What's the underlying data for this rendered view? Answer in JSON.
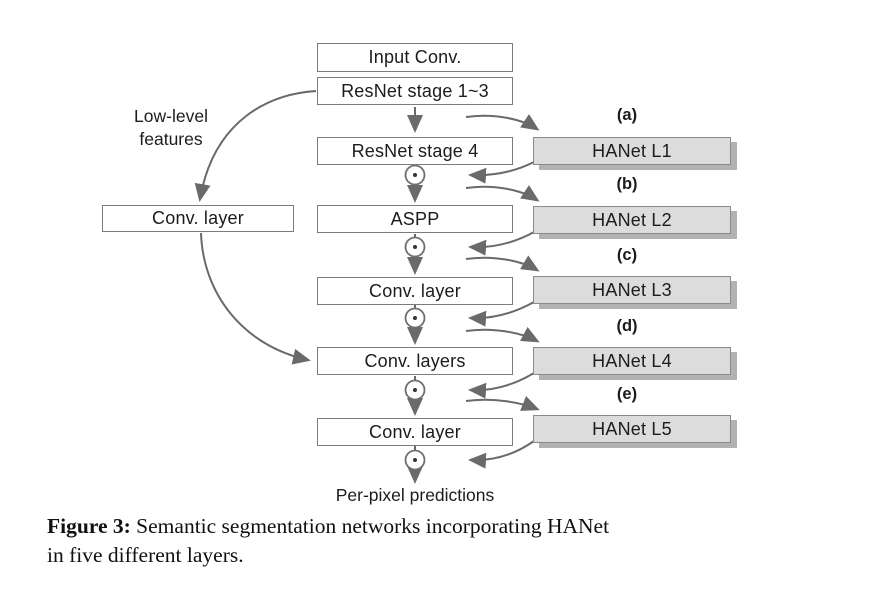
{
  "diagram": {
    "nodes": {
      "input_conv": "Input Conv.",
      "resnet_stage_1_3": "ResNet stage 1~3",
      "resnet_stage_4": "ResNet stage 4",
      "aspp": "ASPP",
      "conv_layer_1": "Conv. layer",
      "conv_layers": "Conv. layers",
      "conv_layer_2": "Conv. layer",
      "left_conv_layer": "Conv. layer",
      "low_level_features_line1": "Low-level",
      "low_level_features_line2": "features",
      "per_pixel_predictions": "Per-pixel predictions"
    },
    "hanet": {
      "l1": {
        "tag": "(a)",
        "label": "HANet L1"
      },
      "l2": {
        "tag": "(b)",
        "label": "HANet L2"
      },
      "l3": {
        "tag": "(c)",
        "label": "HANet L3"
      },
      "l4": {
        "tag": "(d)",
        "label": "HANet L4"
      },
      "l5": {
        "tag": "(e)",
        "label": "HANet L5"
      }
    },
    "icons": {
      "hadamard_product": "⊙"
    },
    "colors": {
      "arrow": "#6a6a6a",
      "box_border": "#7c7c7c",
      "hanet_fill": "#dcdcdc",
      "hanet_shadow": "#b2b2b2",
      "text": "#1c1c1c"
    }
  },
  "caption": {
    "label": "Figure 3:",
    "text_line1": "Semantic segmentation networks incorporating HANet",
    "text_line2": "in five different layers."
  }
}
